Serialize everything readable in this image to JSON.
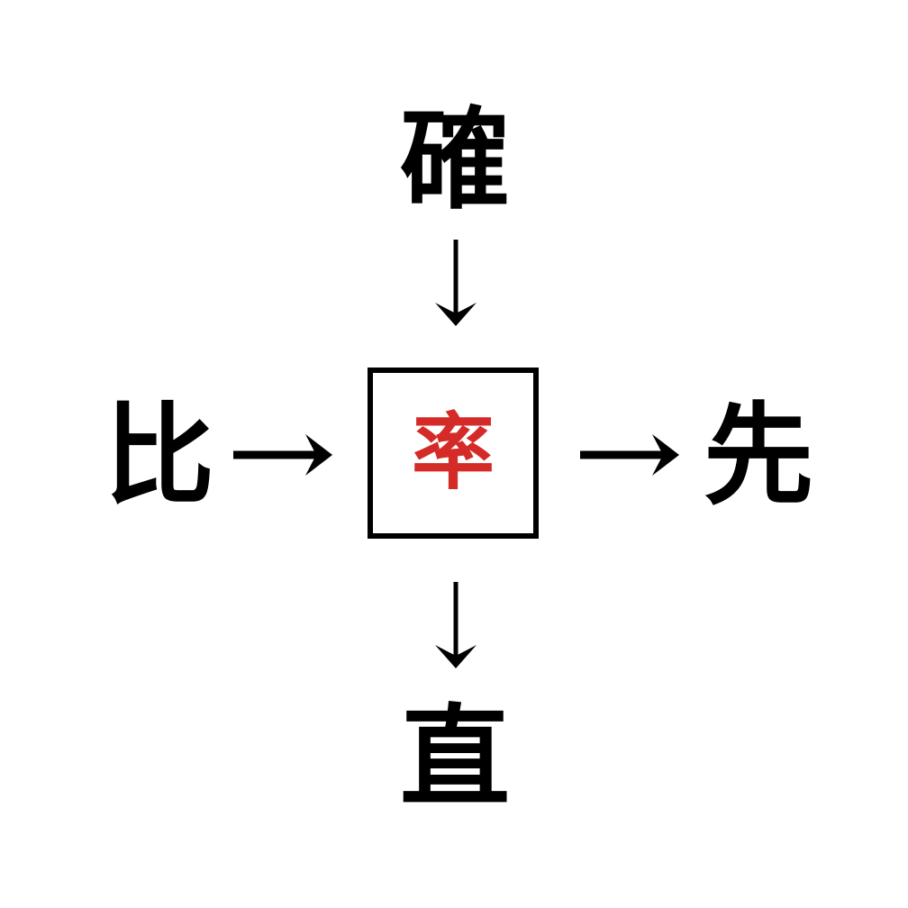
{
  "diagram": {
    "type": "kanji-relation-cross",
    "background_color": "#ffffff",
    "center": {
      "character": "率",
      "color": "#d42a28",
      "boxed": true,
      "box_border_color": "#000000",
      "box_border_width": "6px"
    },
    "nodes": {
      "top": {
        "character": "確",
        "color": "#000000",
        "compound": "確率"
      },
      "left": {
        "character": "比",
        "color": "#000000",
        "compound": "比率"
      },
      "right": {
        "character": "先",
        "color": "#000000",
        "compound": "率先"
      },
      "bottom": {
        "character": "直",
        "color": "#000000",
        "compound": "率直"
      }
    },
    "arrows": {
      "top_to_center": {
        "glyph": "↓",
        "direction": "down",
        "color": "#000000"
      },
      "left_to_center": {
        "glyph": "→",
        "direction": "right",
        "color": "#000000"
      },
      "center_to_right": {
        "glyph": "→",
        "direction": "right",
        "color": "#000000"
      },
      "center_to_bottom": {
        "glyph": "↓",
        "direction": "down",
        "color": "#000000"
      }
    }
  }
}
